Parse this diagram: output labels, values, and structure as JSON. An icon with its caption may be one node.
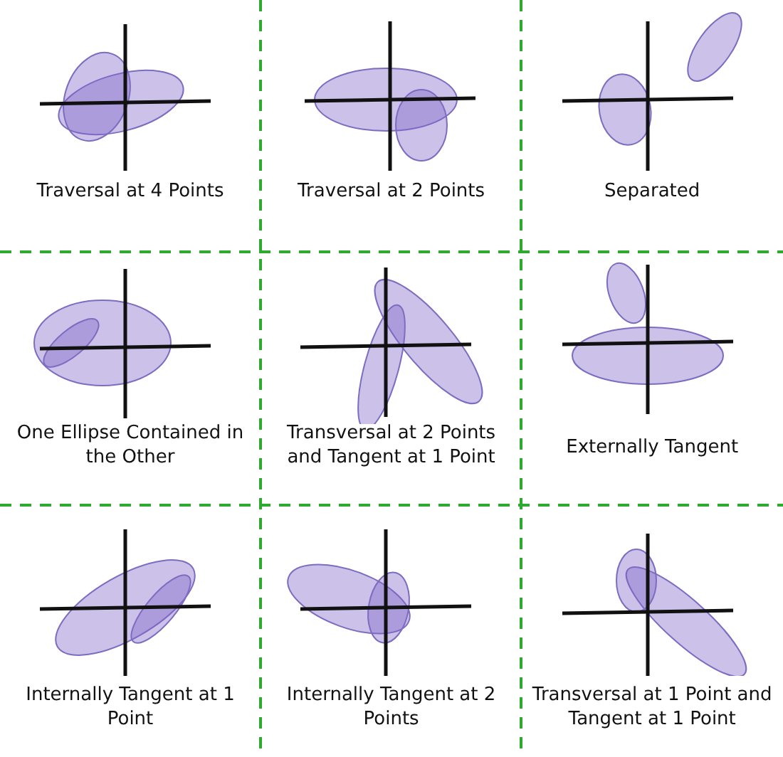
{
  "diagram": {
    "labels": [
      "Traversal at 4 Points",
      "Traversal at 2 Points",
      "Separated",
      "One Ellipse Contained in the Other",
      "Transversal at 2 Points and Tangent at 1 Point",
      "Externally Tangent",
      "Internally Tangent at 1 Point",
      "Internally Tangent at 2 Points",
      "Transversal at 1 Point and Tangent at 1 Point"
    ]
  }
}
